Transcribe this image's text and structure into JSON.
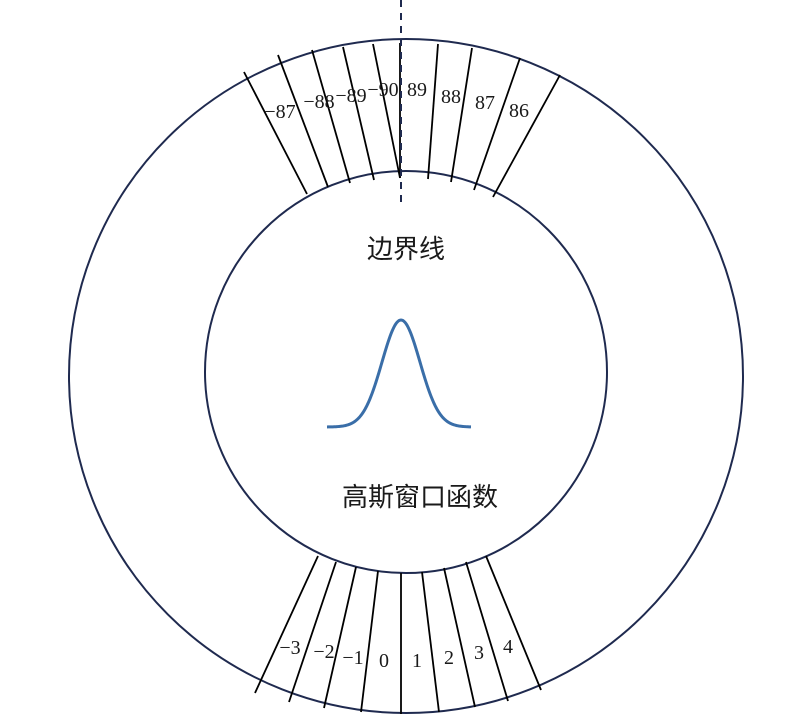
{
  "labels": {
    "boundary_line": "边界线",
    "gaussian_window": "高斯窗口函数"
  },
  "top_bins": [
    "−87",
    "−88",
    "−89",
    "−90",
    "89",
    "88",
    "87",
    "86"
  ],
  "bottom_bins": [
    "−3",
    "−2",
    "−1",
    "0",
    "1",
    "2",
    "3",
    "4"
  ],
  "colors": {
    "ring": "#1f2a4f",
    "spoke": "#000000",
    "boundary_line": "#1f2a4f",
    "gaussian_curve": "#3a6ea8"
  },
  "icons": {
    "gaussian_curve": "gaussian-curve-icon"
  }
}
